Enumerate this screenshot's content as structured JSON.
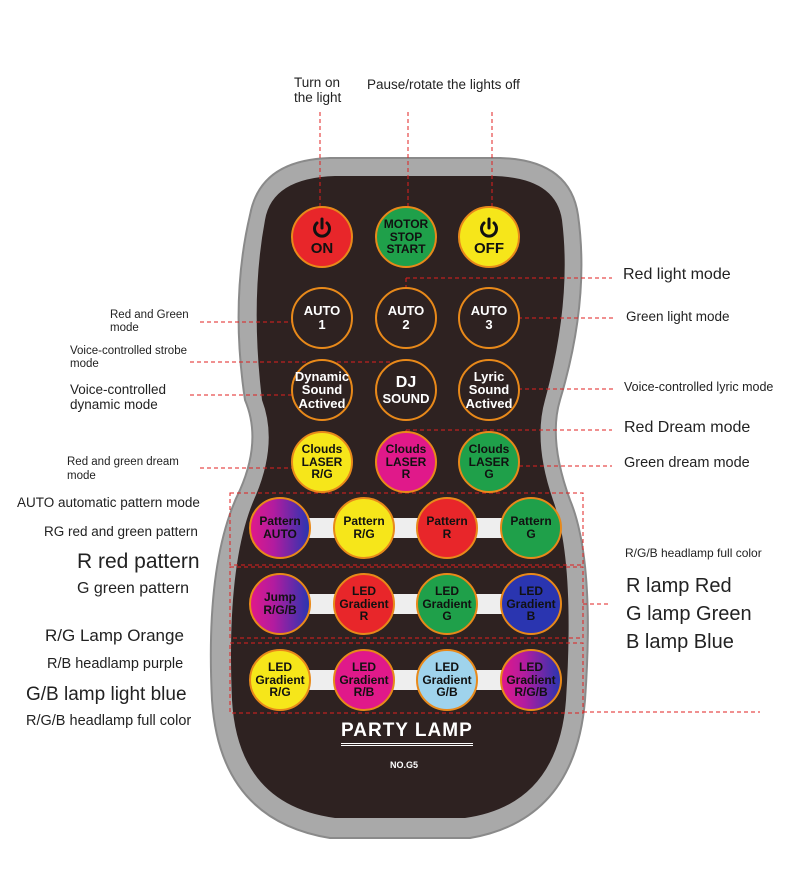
{
  "remote": {
    "title": "PARTY LAMP",
    "model": "NO.G5"
  },
  "buttons": [
    {
      "l1": "",
      "l2": "ON",
      "bg": "#e8262a",
      "icon": "power-icon"
    },
    {
      "l1": "MOTOR",
      "l2": "STOP",
      "l3": "START",
      "bg": "#1fa04a"
    },
    {
      "l1": "",
      "l2": "OFF",
      "bg": "#f6e61a",
      "icon": "power-icon"
    },
    {
      "l1": "AUTO",
      "l2": "1"
    },
    {
      "l1": "AUTO",
      "l2": "2"
    },
    {
      "l1": "AUTO",
      "l2": "3"
    },
    {
      "l1": "Dynamic",
      "l2": "Sound",
      "l3": "Actived"
    },
    {
      "l1": "DJ",
      "l2": "SOUND"
    },
    {
      "l1": "Lyric",
      "l2": "Sound",
      "l3": "Actived"
    },
    {
      "l1": "Clouds",
      "l2": "LASER",
      "l3": "R/G",
      "bg": "#f6e61a"
    },
    {
      "l1": "Clouds",
      "l2": "LASER",
      "l3": "R",
      "bg": "#e0198a"
    },
    {
      "l1": "Clouds",
      "l2": "LASER",
      "l3": "G",
      "bg": "#1fa04a"
    },
    {
      "l1": "Pattern",
      "l2": "AUTO",
      "bg": "linear-gradient(90deg,#e0198a,#b01ca0 40%,#2a35b0)"
    },
    {
      "l1": "Pattern",
      "l2": "R/G",
      "bg": "#f6e61a"
    },
    {
      "l1": "Pattern",
      "l2": "R",
      "bg": "#e8262a"
    },
    {
      "l1": "Pattern",
      "l2": "G",
      "bg": "#1fa04a"
    },
    {
      "l1": "Jump",
      "l2": "R/G/B",
      "bg": "linear-gradient(90deg,#e0198a,#b01ca0 40%,#2a35b0)"
    },
    {
      "l1": "LED",
      "l2": "Gradient",
      "l3": "R",
      "bg": "#e8262a"
    },
    {
      "l1": "LED",
      "l2": "Gradient",
      "l3": "G",
      "bg": "#1fa04a"
    },
    {
      "l1": "LED",
      "l2": "Gradient",
      "l3": "B",
      "bg": "#2a35b0"
    },
    {
      "l1": "LED",
      "l2": "Gradient",
      "l3": "R/G",
      "bg": "#f6e61a"
    },
    {
      "l1": "LED",
      "l2": "Gradient",
      "l3": "R/B",
      "bg": "#e0198a"
    },
    {
      "l1": "LED",
      "l2": "Gradient",
      "l3": "G/B",
      "bg": "#9fd3ec"
    },
    {
      "l1": "LED",
      "l2": "Gradient",
      "l3": "R/G/B",
      "bg": "linear-gradient(90deg,#e0198a,#b01ca0 40%,#2a35b0)"
    }
  ],
  "labels": {
    "turn_on": "Turn on",
    "turn_on2": "the light",
    "pause": "Pause/rotate the lights off",
    "red_light": "Red light mode",
    "red_green": "Red and Green",
    "red_green2": "mode",
    "green_light": "Green light mode",
    "strobe": "Voice-controlled strobe",
    "strobe2": "mode",
    "dynamic": "Voice-controlled",
    "dynamic2": "dynamic mode",
    "lyric": "Voice-controlled lyric mode",
    "red_dream": "Red Dream mode",
    "rg_dream": "Red and green dream",
    "rg_dream2": "mode",
    "green_dream": "Green dream mode",
    "auto_pattern": "AUTO automatic pattern mode",
    "rg_pattern": "RG red and green pattern",
    "r_pattern": "R red pattern",
    "g_pattern": "G green pattern",
    "rgb_full": "R/G/B headlamp full color",
    "r_lamp": "R lamp Red",
    "g_lamp": "G lamp Green",
    "b_lamp": "B lamp Blue",
    "rg_orange": "R/G Lamp Orange",
    "rb_purple": "R/B headlamp purple",
    "gb_blue": "G/B lamp light blue",
    "rgb_full2": "R/G/B headlamp full color"
  }
}
